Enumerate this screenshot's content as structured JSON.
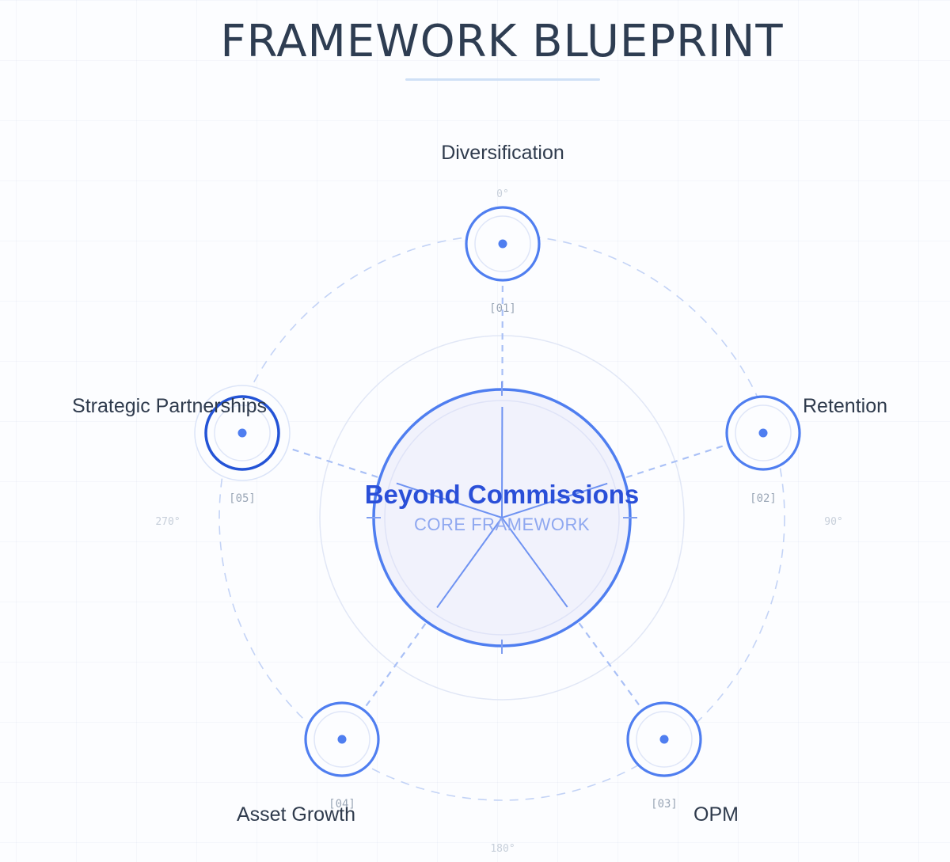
{
  "title": "FRAMEWORK BLUEPRINT",
  "core": {
    "title": "Beyond Commissions",
    "subtitle": "CORE FRAMEWORK"
  },
  "pillars": [
    {
      "index": "[01]",
      "label": "Diversification"
    },
    {
      "index": "[02]",
      "label": "Retention"
    },
    {
      "index": "[03]",
      "label": "OPM"
    },
    {
      "index": "[04]",
      "label": "Asset Growth"
    },
    {
      "index": "[05]",
      "label": "Strategic Partnerships",
      "highlighted": true
    }
  ],
  "angles": [
    "0°",
    "90°",
    "180°",
    "270°"
  ],
  "colors": {
    "accent": "#4f7ef0",
    "accent_dark": "#2353d6",
    "accent_light": "#a9c0f6",
    "core_fill": "#f1f2fc",
    "text": "#2f3b4d",
    "muted": "#9aa6b6"
  }
}
